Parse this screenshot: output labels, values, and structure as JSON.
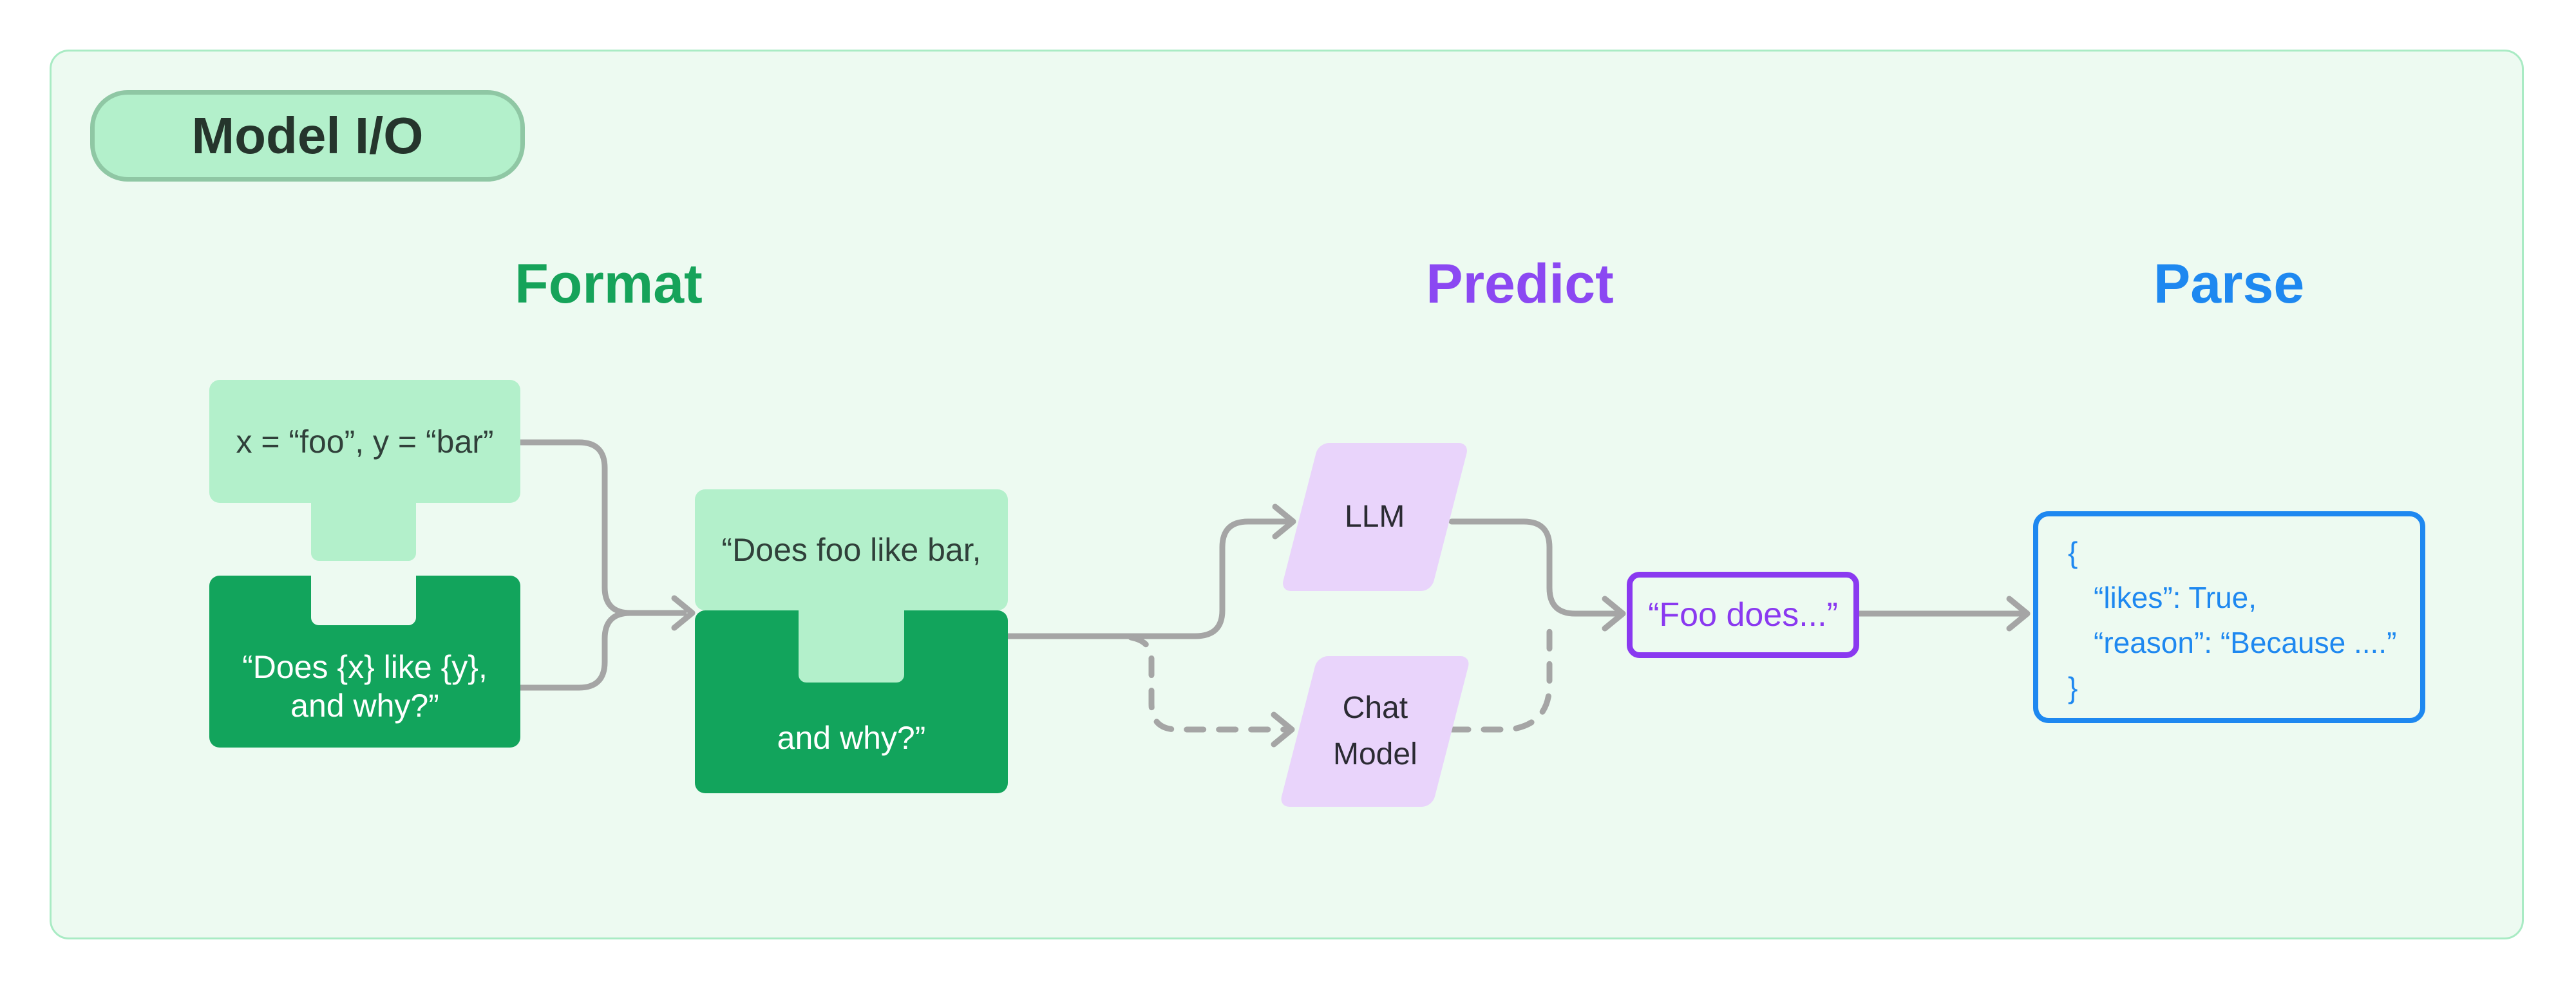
{
  "badge": {
    "label": "Model I/O"
  },
  "columns": {
    "format": {
      "label": "Format",
      "color": "#16a35a"
    },
    "predict": {
      "label": "Predict",
      "color": "#8b48f2"
    },
    "parse": {
      "label": "Parse",
      "color": "#1e88f0"
    }
  },
  "nodes": {
    "input_values": {
      "text": "x = “foo”, y = “bar”"
    },
    "prompt_template": {
      "text": "“Does {x} like {y},\nand why?”"
    },
    "formatted_prompt": {
      "top_text": "“Does foo like bar,",
      "bottom_text": "and why?”"
    },
    "llm": {
      "label": "LLM"
    },
    "chat_model": {
      "label": "Chat\nModel"
    },
    "completion": {
      "text": "“Foo does...”"
    },
    "parsed_output": {
      "lines": [
        "{",
        "“likes”: True,",
        "“reason”: “Because ....”",
        "}"
      ]
    }
  },
  "colors": {
    "container_fill": "#edfaf1",
    "container_border": "#a9ebc4",
    "light_green_block": "#b3f0cb",
    "dark_green_block": "#12a45c",
    "badge_border": "#8fc7a4",
    "lavender_node": "#e9d4fb",
    "completion_accent": "#8a39f0",
    "parse_accent": "#1e88f0",
    "connector_gray": "#a5a5a5"
  }
}
